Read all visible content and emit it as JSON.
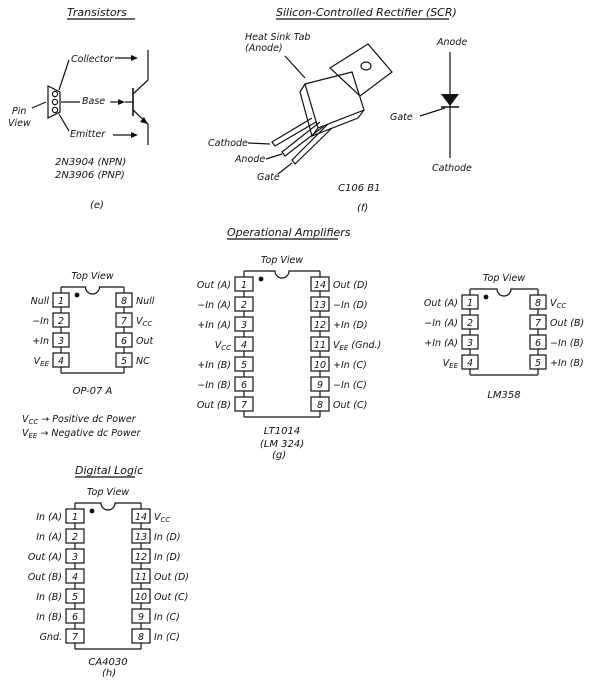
{
  "sections": {
    "transistors": {
      "title": "Transistors",
      "collector": "Collector",
      "base": "Base",
      "emitter": "Emitter",
      "pin": "Pin",
      "view": "View",
      "part1": "2N3904 (NPN)",
      "part2": "2N3906 (PNP)",
      "letter": "(e)"
    },
    "scr": {
      "title": "Silicon-Controlled Rectifier (SCR)",
      "heat1": "Heat Sink Tab",
      "heat2": "(Anode)",
      "cathode_pin": "Cathode",
      "anode_pin": "Anode",
      "gate_pin": "Gate",
      "anode_sym": "Anode",
      "gate_sym": "Gate",
      "cathode_sym": "Cathode",
      "part": "C106 B1",
      "letter": "(f)"
    },
    "opamps": {
      "title": "Operational Amplifiers",
      "letter": "(g)"
    },
    "digital": {
      "title": "Digital Logic",
      "letter": "(h)"
    }
  },
  "ics": {
    "op07": {
      "top": "Top View",
      "part": "OP-07 A",
      "left_labels": [
        "Null",
        "−In",
        "+In",
        "V_EE"
      ],
      "right_labels": [
        "Null",
        "V_CC",
        "Out",
        "NC"
      ],
      "left_nums": [
        "1",
        "2",
        "3",
        "4"
      ],
      "right_nums": [
        "8",
        "7",
        "6",
        "5"
      ]
    },
    "lt1014": {
      "top": "Top View",
      "part1": "LT1014",
      "part2": "(LM 324)",
      "left_labels": [
        "Out (A)",
        "−In (A)",
        "+In (A)",
        "V_CC",
        "+In (B)",
        "−In (B)",
        "Out (B)"
      ],
      "right_labels": [
        "Out (D)",
        "−In (D)",
        "+In (D)",
        "V_EE (Gnd.)",
        "+In (C)",
        "−In (C)",
        "Out (C)"
      ],
      "left_nums": [
        "1",
        "2",
        "3",
        "4",
        "5",
        "6",
        "7"
      ],
      "right_nums": [
        "14",
        "13",
        "12",
        "11",
        "10",
        "9",
        "8"
      ]
    },
    "lm358": {
      "top": "Top View",
      "part": "LM358",
      "left_labels": [
        "Out (A)",
        "−In (A)",
        "+In (A)",
        "V_EE"
      ],
      "right_labels": [
        "V_CC",
        "Out (B)",
        "−In (B)",
        "+In (B)"
      ],
      "left_nums": [
        "1",
        "2",
        "3",
        "4"
      ],
      "right_nums": [
        "8",
        "7",
        "6",
        "5"
      ]
    },
    "ca4030": {
      "top": "Top View",
      "part": "CA4030",
      "left_labels": [
        "In (A)",
        "In (A)",
        "Out (A)",
        "Out (B)",
        "In (B)",
        "In (B)",
        "Gnd."
      ],
      "right_labels": [
        "V_CC",
        "In (D)",
        "In (D)",
        "Out (D)",
        "Out (C)",
        "In (C)",
        "In (C)"
      ],
      "left_nums": [
        "1",
        "2",
        "3",
        "4",
        "5",
        "6",
        "7"
      ],
      "right_nums": [
        "14",
        "13",
        "12",
        "11",
        "10",
        "9",
        "8"
      ]
    }
  },
  "legend": {
    "vcc": "V_CC → Positive dc Power",
    "vee": "V_EE → Negative dc Power"
  }
}
